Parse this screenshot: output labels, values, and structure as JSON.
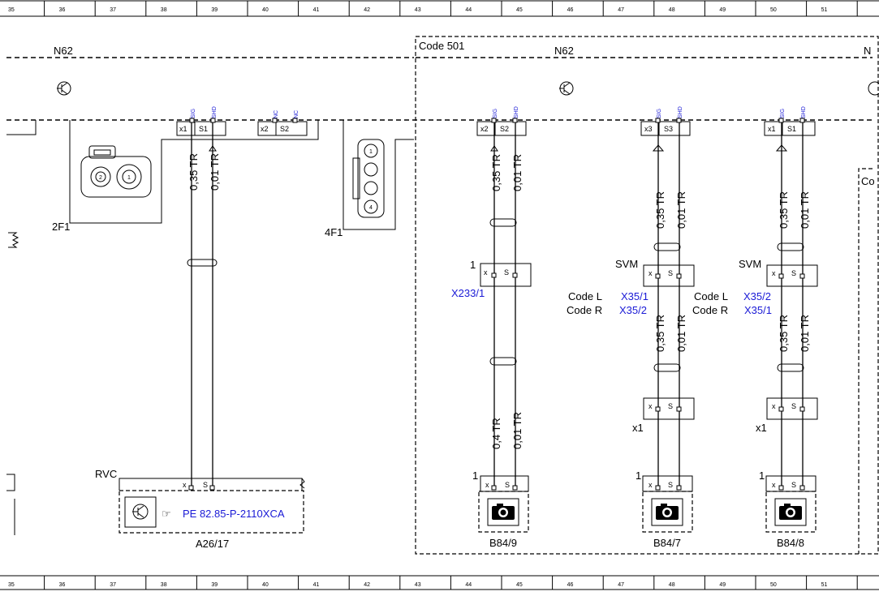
{
  "ruler": [
    "35",
    "36",
    "37",
    "38",
    "39",
    "40",
    "41",
    "42",
    "43",
    "44",
    "45",
    "46",
    "47",
    "48",
    "49",
    "50",
    "51"
  ],
  "module": {
    "name": "N62",
    "name_right": "N",
    "code": "Code 501",
    "partial": "Co"
  },
  "pins": {
    "sig": "SIG",
    "shd": "SHD",
    "nc": "NC",
    "x": "x",
    "s": "S"
  },
  "connectors": {
    "left1": {
      "id": "x1",
      "socket": "S1"
    },
    "left2": {
      "id": "x2",
      "socket": "S2"
    },
    "c2": {
      "id": "x2",
      "socket": "S2"
    },
    "c3": {
      "id": "x3",
      "socket": "S3"
    },
    "c1": {
      "id": "x1",
      "socket": "S1"
    }
  },
  "wires": {
    "w035": "0,35 TR",
    "w001": "0,01 TR",
    "w04": "0,4 TR"
  },
  "labels": {
    "f2": "2F1",
    "f4": "4F1",
    "rvc": "RVC",
    "svm": "SVM",
    "one": "1",
    "x1": "x1",
    "x233": "X233/1",
    "code_l": "Code L",
    "code_r": "Code R",
    "x351": "X35/1",
    "x352": "X35/2",
    "ref": "PE 82.85-P-2110XCA",
    "a26": "A26/17",
    "b849": "B84/9",
    "b847": "B84/7",
    "b848": "B84/8",
    "pin1": "1",
    "pin2": "2",
    "pin4": "4"
  }
}
